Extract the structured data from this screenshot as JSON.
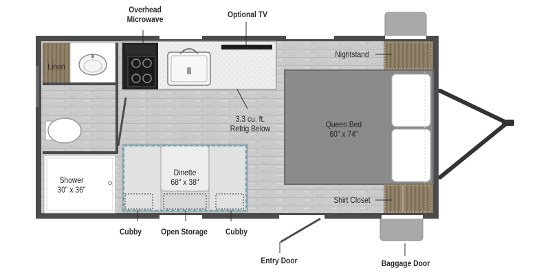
{
  "labels": {
    "overhead_microwave": [
      "Overhead",
      "Microwave"
    ],
    "optional_tv": "Optional TV",
    "nightstand": "Nightstand",
    "linen": "Linen",
    "refrig": [
      "3.3 cu. ft.",
      "Refrig Below"
    ],
    "queen_bed": [
      "Queen Bed",
      "60\" x 74\""
    ],
    "dinette": [
      "Dinette",
      "68\" x 38\""
    ],
    "shower": [
      "Shower",
      "30\" x 36\""
    ],
    "shirt_closet": "Shirt Closet",
    "cubby_left": "Cubby",
    "open_storage": "Open Storage",
    "cubby_right": "Cubby",
    "entry_door": "Entry Door",
    "baggage_door": "Baggage Door"
  },
  "colors": {
    "wall": "#4a4a4c",
    "floor": "#c9c9c9",
    "bed": "#8d8d8d",
    "counter": "#ececec",
    "wood": "#8c7a5e",
    "dinette_outline": "#2e97b3"
  }
}
